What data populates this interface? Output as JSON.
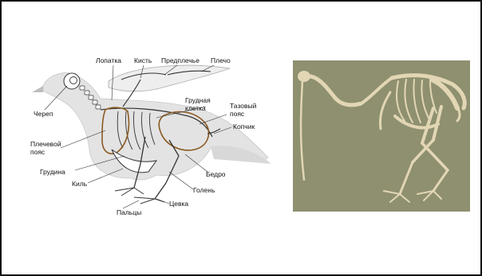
{
  "slide": {
    "diagram": {
      "labels": {
        "lopatka": "Лопатка",
        "kist": "Кисть",
        "predplechye": "Предплечье",
        "plecho": "Плечо",
        "cherep": "Череп",
        "grudnaya_kletka_1": "Грудная",
        "grudnaya_kletka_2": "клетка",
        "tazovy_poyas_1": "Тазовый",
        "tazovy_poyas_2": "пояс",
        "kopchik": "Копчик",
        "plechevoy_poyas_1": "Плечевой",
        "plechevoy_poyas_2": "пояс",
        "grudina": "Грудина",
        "kil": "Киль",
        "bedro": "Бедро",
        "golen": "Голень",
        "tsevka": "Цевка",
        "paltsy": "Пальцы"
      }
    },
    "photo": {
      "background_color": "#8e9070",
      "bone_color": "#e2d6b4"
    }
  }
}
